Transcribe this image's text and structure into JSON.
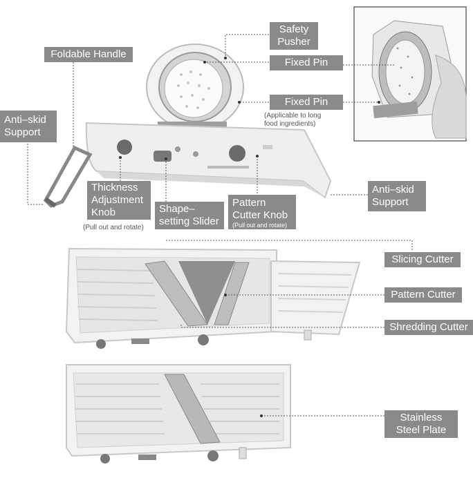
{
  "labels": {
    "foldable_handle": "Foldable Handle",
    "anti_skid_left": "Anti–skid\nSupport",
    "safety_pusher": "Safety\nPusher",
    "fixed_pin_1": "Fixed Pin",
    "fixed_pin_2": "Fixed Pin",
    "fixed_pin_note": "(Applicable to long\nfood ingredients)",
    "thickness_knob": "Thickness\nAdjustment\nKnob",
    "thickness_note": "(Pull out and rotate)",
    "shape_slider": "Shape–\nsetting Slider",
    "pattern_knob": "Pattern\nCutter Knob",
    "pattern_note": "(Pull out and rotate)",
    "anti_skid_right": "Anti–skid\nSupport",
    "slicing_cutter": "Slicing Cutter",
    "pattern_cutter": "Pattern Cutter",
    "shredding_cutter": "Shredding Cutter",
    "stainless_plate": "Stainless\nSteel Plate"
  },
  "colors": {
    "label_bg": "#8a8a8a",
    "body_light": "#eeeeee",
    "knob_dark": "#6b6b6b",
    "blade_gray": "#9a9a9a"
  }
}
